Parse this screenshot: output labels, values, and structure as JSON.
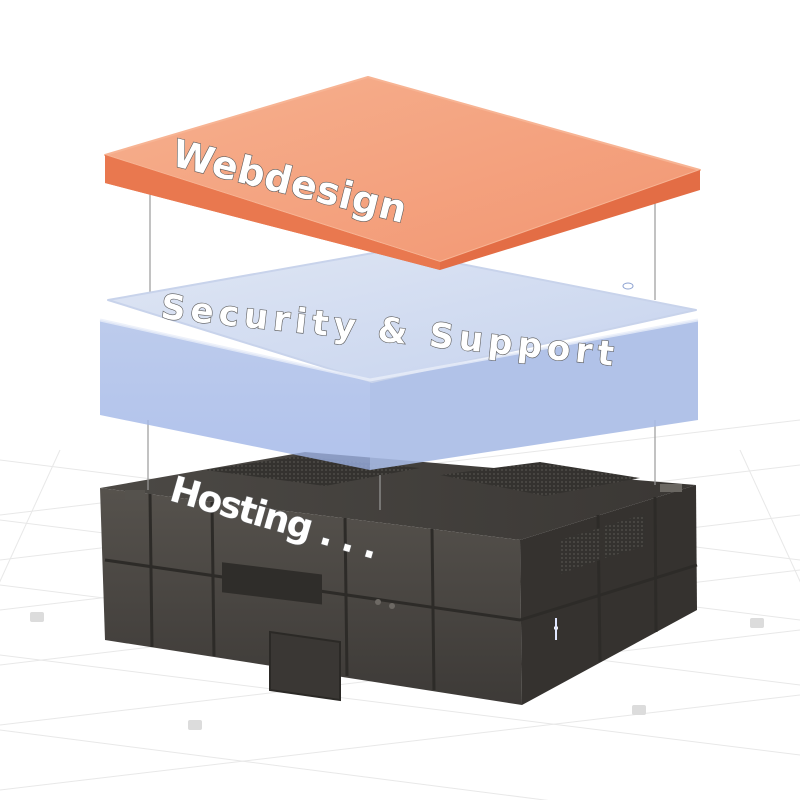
{
  "layers": [
    {
      "id": "top",
      "label": "Webdesign",
      "color": "#f18a63"
    },
    {
      "id": "middle",
      "label": "Security  &  Support",
      "color": "#b9c8ea"
    },
    {
      "id": "bottom",
      "label": "Hosting . . .",
      "color": "#4a4743"
    }
  ],
  "colors": {
    "webdesign_top": "#f4a27e",
    "webdesign_side": "#ea7d57",
    "glass_top": "#d2dcef",
    "glass_side": "#a9bde8",
    "server_dark": "#3e3b38",
    "server_mid": "#5a5651",
    "grid_line": "#e6e6e6"
  }
}
